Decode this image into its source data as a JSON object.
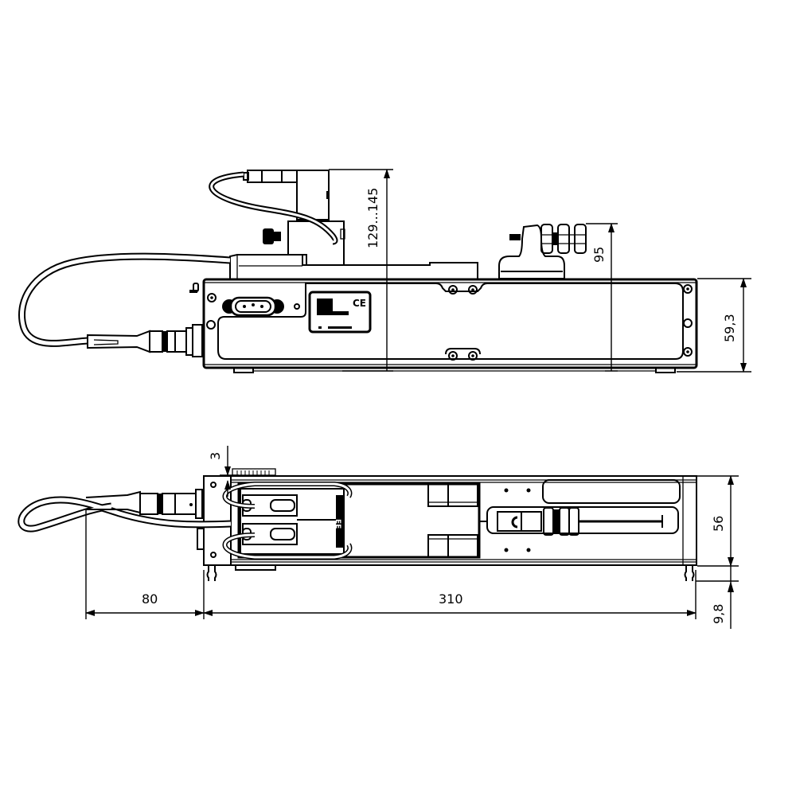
{
  "drawing": {
    "title": "Technical drawing – side view and top view with dimensions",
    "views": [
      {
        "name": "side-view",
        "description": "Side elevation with cable, connector, top-mounted sensor head and stop"
      },
      {
        "name": "top-view",
        "description": "Plan view with cable loop, plugs, slide and adjusting screw"
      }
    ],
    "label_plate": {
      "mark": "CE"
    },
    "dimensions": {
      "side_height_range": "129...145",
      "side_stop_height": "95",
      "side_body_height": "59,3",
      "top_gap": "3",
      "top_width": "56",
      "top_foot": "9,8",
      "cable_length": "80",
      "body_length": "310"
    },
    "colors": {
      "line": "#000000",
      "background": "#ffffff"
    }
  }
}
